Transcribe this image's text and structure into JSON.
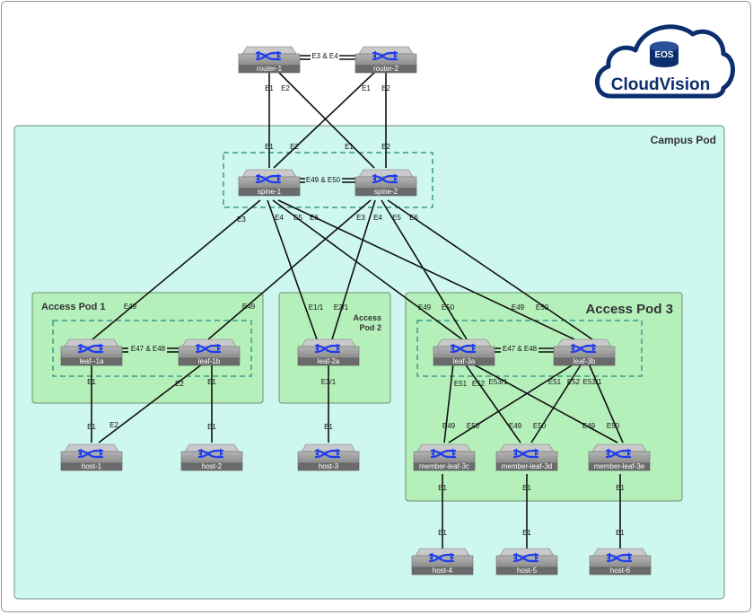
{
  "logo": {
    "badge": "EOS",
    "text": "CloudVision"
  },
  "pods": {
    "campus": "Campus Pod",
    "access1": "Access Pod 1",
    "access2_line1": "Access",
    "access2_line2": "Pod 2",
    "access3": "Access Pod 3"
  },
  "devices": {
    "router1": "router-1",
    "router2": "router-2",
    "spine1": "spine-1",
    "spine2": "spine-2",
    "leaf1a": "leaf--1a",
    "leaf1b": "leaf-1b",
    "leaf2a": "leaf-2a",
    "leaf3a": "leaf-3a",
    "leaf3b": "leaf-3b",
    "ml3c": "member-leaf-3c",
    "ml3d": "member-leaf-3d",
    "ml3e": "member-leaf-3e",
    "host1": "host-1",
    "host2": "host-2",
    "host3": "host-3",
    "host4": "host-4",
    "host5": "host-5",
    "host6": "host-6"
  },
  "ports": {
    "router_peer": "E3 & E4",
    "spine_peer": "E49 & E50",
    "leaf1_peer": "E47 & E48",
    "leaf3_peer": "E47 & E48",
    "e1": "E1",
    "e2": "E2",
    "e3": "E3",
    "e4": "E4",
    "e5": "E5",
    "e6": "E6",
    "e49": "E49",
    "e50": "E50",
    "e51": "E51",
    "e52": "E52",
    "e1_1": "E1/1",
    "e2_1": "E2/1",
    "e3_1": "E3/1",
    "e53_1": "E53/1"
  },
  "colors": {
    "campus_fill": "#cdf7ef",
    "access_fill": "#b5f0bb",
    "device_body": "#8d8d8d",
    "arrow": "#1e3cf0",
    "mlag_dash": "#3c9a8c",
    "logo_blue": "#0b2f6e"
  }
}
